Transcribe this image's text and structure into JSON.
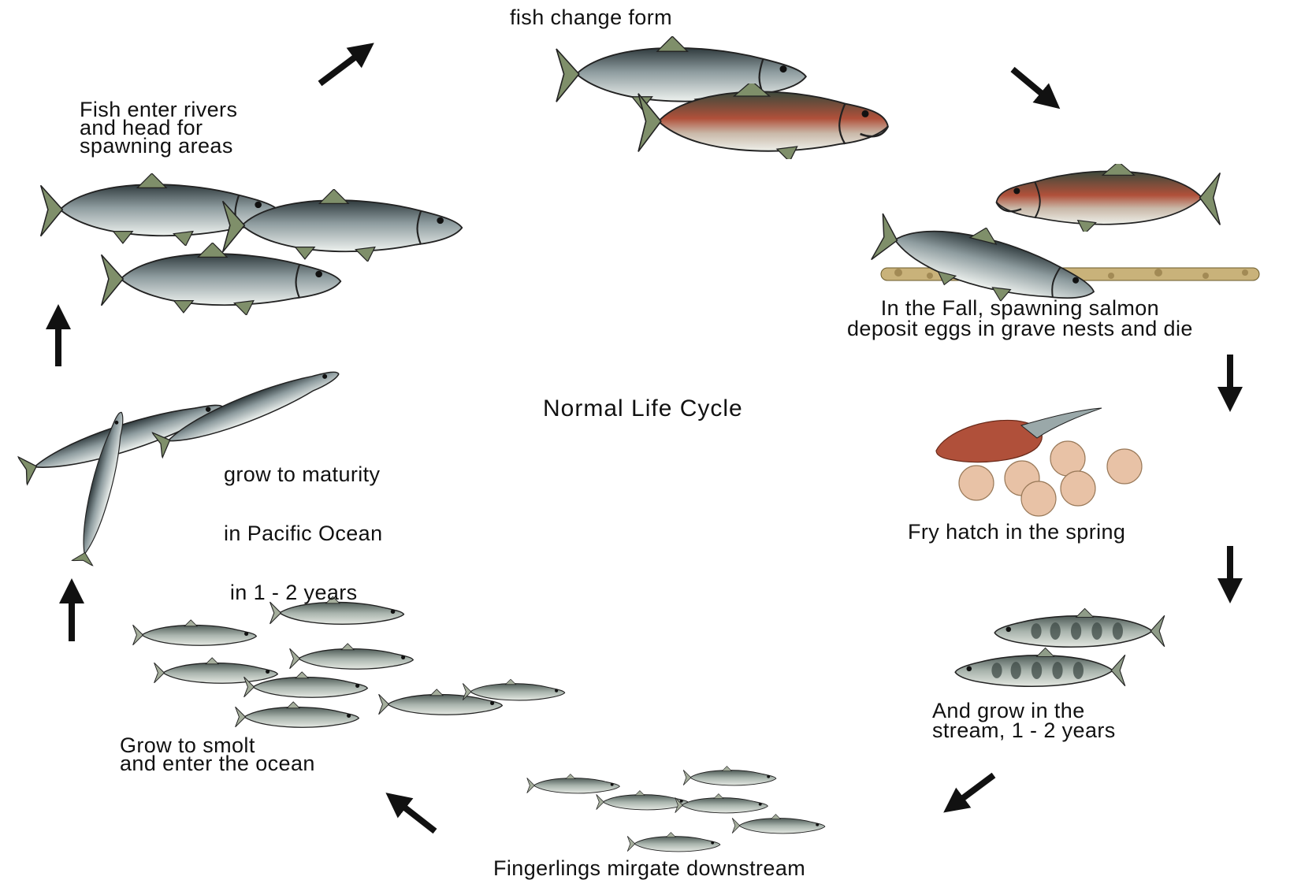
{
  "title": "Normal Life Cycle",
  "stages": {
    "change_form": {
      "lines": [
        "fish change form"
      ]
    },
    "spawning": {
      "lines": [
        "In the Fall, spawning salmon",
        "deposit eggs in grave nests and die"
      ]
    },
    "fry": {
      "lines": [
        "Fry hatch in the spring"
      ]
    },
    "grow_stream": {
      "lines": [
        "And grow in the",
        "stream, 1 - 2 years"
      ]
    },
    "fingerlings": {
      "lines": [
        "Fingerlings mirgate downstream"
      ]
    },
    "smolt": {
      "lines": [
        "Grow to smolt",
        "and enter the ocean"
      ]
    },
    "maturity": {
      "lines": [
        "grow to maturity",
        "in Pacific Ocean",
        " in 1 - 2 years"
      ]
    },
    "enter_rivers": {
      "lines": [
        "Fish enter rivers",
        "and head for",
        "spawning areas"
      ]
    }
  },
  "colors": {
    "ink": "#111111",
    "fish_body": "#9aa8a9",
    "fish_back": "#3e4a4d",
    "fish_belly": "#e6ebe8",
    "spawn_red": "#b0503a",
    "fin": "#8a9a6a",
    "egg": "#e8c2a6",
    "gravel": "#c9b27a"
  },
  "icons": [
    "arrow-icon",
    "salmon-icon",
    "egg-icon",
    "gravel-icon"
  ]
}
